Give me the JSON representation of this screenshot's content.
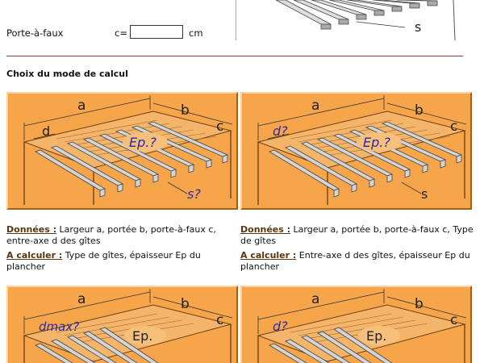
{
  "form": {
    "overhang_label": "Porte-à-faux",
    "c_label": "c=",
    "c_value": "",
    "unit": "cm",
    "top_figure_label": "s"
  },
  "section": {
    "title": "Choix du mode de calcul"
  },
  "modes": [
    {
      "labels": {
        "a": "a",
        "b": "b",
        "c": "c",
        "d": "d",
        "ep": "Ep.?",
        "s": "s?"
      },
      "given_lead": "Données :",
      "given_text": "Largeur a, portée b, porte-à-faux c, entre-axe d des gîtes",
      "compute_lead": "A calculer :",
      "compute_text": "Type de gîtes, épaisseur Ep du plancher"
    },
    {
      "labels": {
        "a": "a",
        "b": "b",
        "c": "c",
        "d": "d?",
        "ep": "Ep.?",
        "s": "s"
      },
      "given_lead": "Données :",
      "given_text": "Largeur a, portée b, porte-à-faux c, Type de gîtes",
      "compute_lead": "A calculer :",
      "compute_text": "Entre-axe d des gîtes, épaisseur Ep du plancher"
    },
    {
      "labels": {
        "a": "a",
        "b": "b",
        "c": "c",
        "d": "dmax?",
        "ep": "Ep."
      }
    },
    {
      "labels": {
        "a": "a",
        "b": "b",
        "c": "c",
        "d": "d?",
        "ep": "Ep."
      }
    }
  ]
}
